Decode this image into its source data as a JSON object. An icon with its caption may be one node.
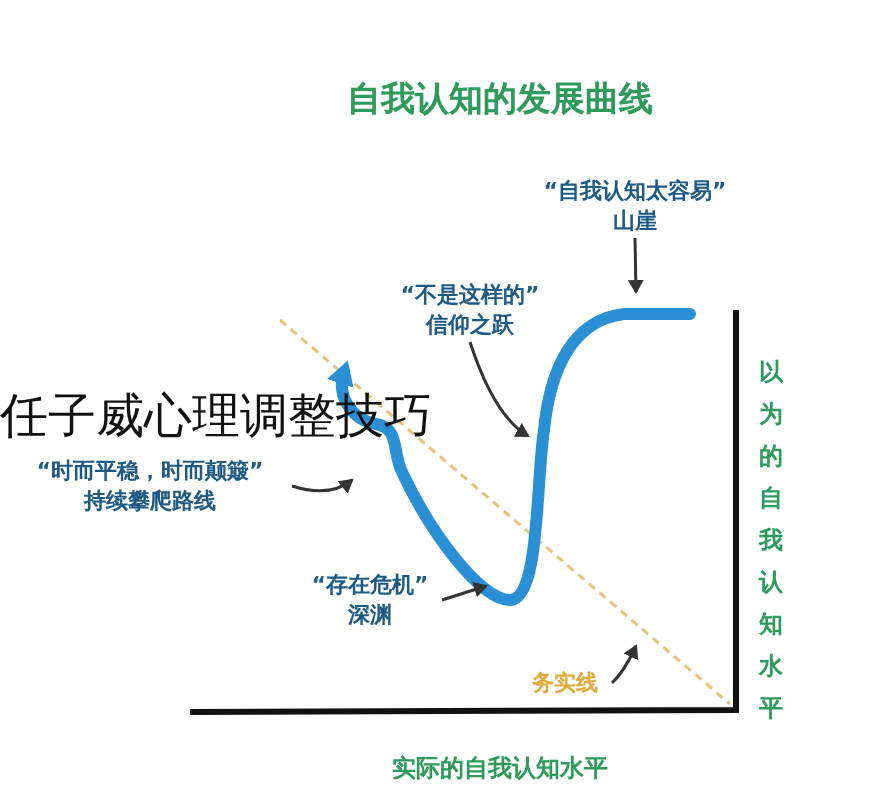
{
  "diagram": {
    "title": "自我认知的发展曲线",
    "nodes": [
      {
        "text": [
          "“自我认知太容易” 山崖"
        ]
      },
      {
        "text": [
          "“不是这样的” 信仰之跃"
        ]
      },
      {
        "text": [
          "“时而平稳，时而颠簸” 持续攀爬路线"
        ]
      },
      {
        "text": [
          "“存在危机” 深渊"
        ]
      },
      {
        "text": [
          "务实线"
        ]
      }
    ],
    "edges": [
      {
        "from": 0,
        "to": null,
        "arrow": "to"
      },
      {
        "from": 1,
        "to": null,
        "arrow": "to"
      },
      {
        "from": 2,
        "to": null,
        "arrow": "to"
      },
      {
        "from": 3,
        "to": null,
        "arrow": "to"
      },
      {
        "from": 4,
        "to": null,
        "arrow": "to"
      }
    ],
    "labels": [
      "任子威心理调整技巧",
      "以为的自我认知水平",
      "实际的自我认知水平"
    ]
  }
}
